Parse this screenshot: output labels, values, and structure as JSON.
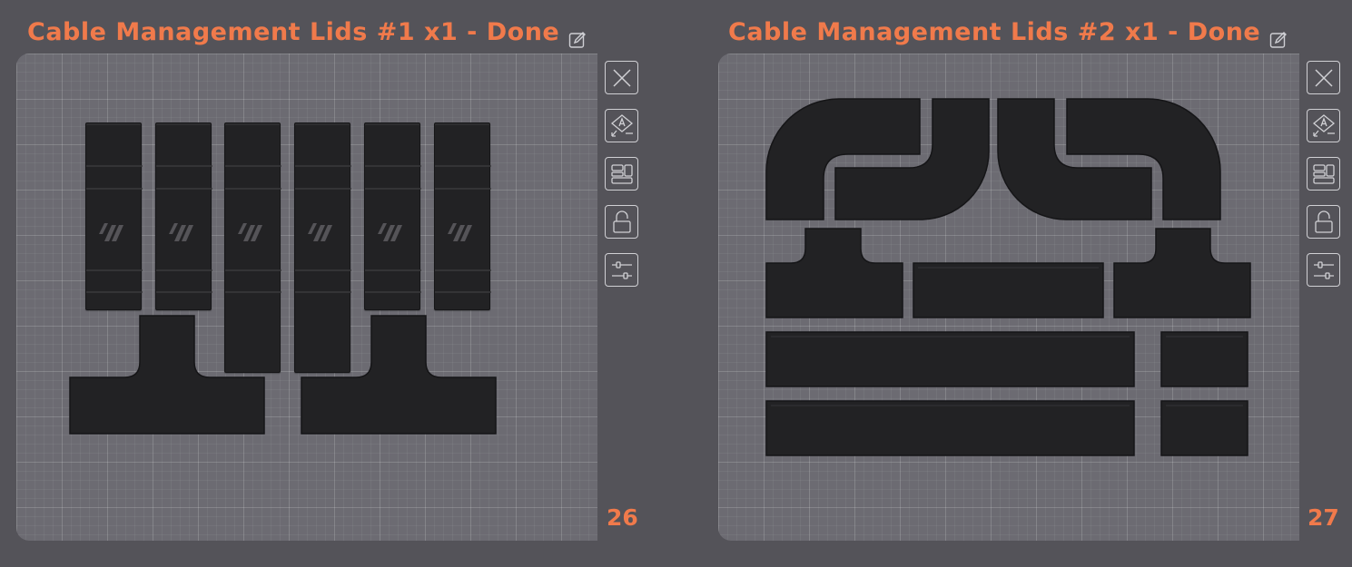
{
  "plates": [
    {
      "title": "Cable Management Lids #1 x1 - Done",
      "number": "26"
    },
    {
      "title": "Cable Management Lids #2 x1 - Done",
      "number": "27"
    }
  ],
  "icons": {
    "edit": "edit-pencil-icon",
    "close": "close-icon",
    "auto_orient": "auto-orient-icon",
    "arrange": "arrange-icon",
    "lock": "unlock-icon",
    "settings": "plate-settings-icon"
  },
  "colors": {
    "accent": "#f07a4b",
    "background": "#545359",
    "bed": "#6c6b72",
    "part": "#222224"
  }
}
